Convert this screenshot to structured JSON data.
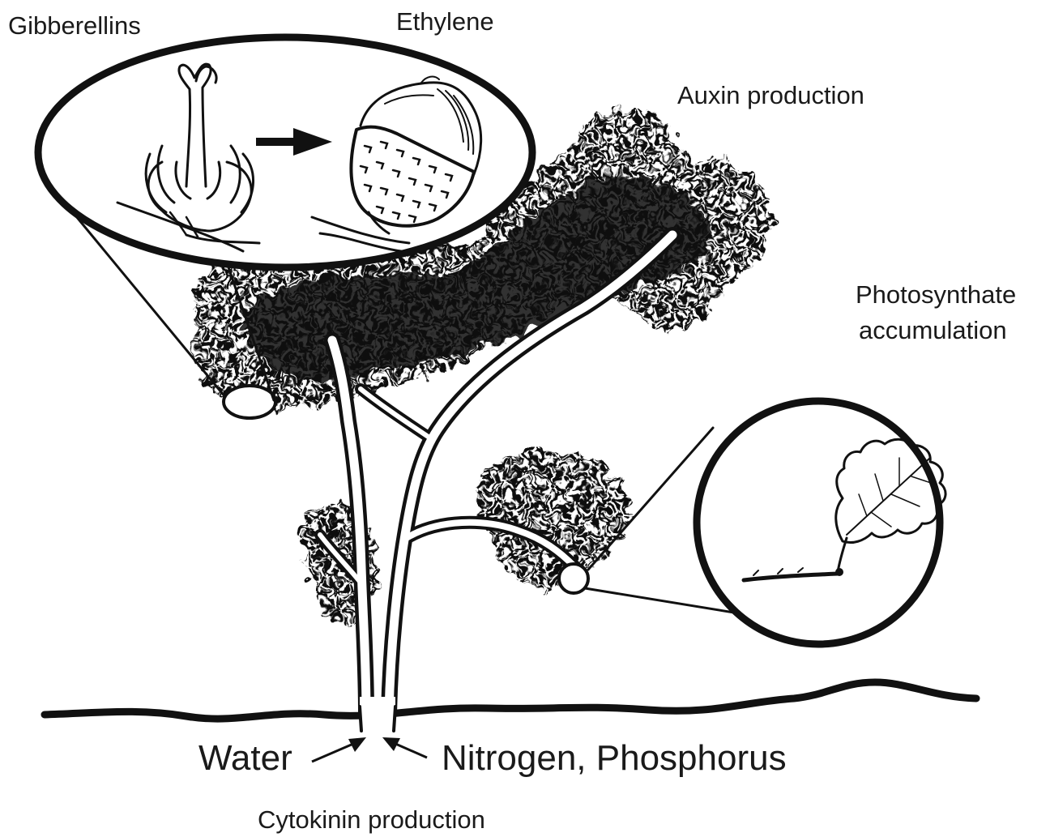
{
  "labels": {
    "gibberellins": "Gibberellins",
    "ethylene": "Ethylene",
    "auxin": "Auxin production",
    "photosynthate_line1": "Photosynthate",
    "photosynthate_line2": "accumulation",
    "water": "Water",
    "nutrients": "Nitrogen, Phosphorus",
    "cytokinin": "Cytokinin production"
  },
  "colors": {
    "ink": "#111111",
    "background": "#ffffff"
  }
}
